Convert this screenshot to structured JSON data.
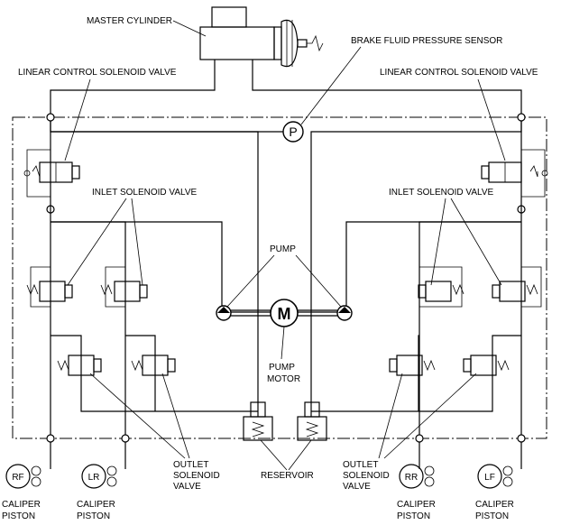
{
  "labels": {
    "master_cylinder": "MASTER CYLINDER",
    "brake_fluid_pressure_sensor": "BRAKE FLUID PRESSURE SENSOR",
    "linear_control_left": "LINEAR CONTROL SOLENOID VALVE",
    "linear_control_right": "LINEAR CONTROL SOLENOID VALVE",
    "inlet_left": "INLET SOLENOID VALVE",
    "inlet_right": "INLET SOLENOID VALVE",
    "pump": "PUMP",
    "pump_motor_1": "PUMP",
    "pump_motor_2": "MOTOR",
    "outlet_left_1": "OUTLET",
    "outlet_left_2": "SOLENOID",
    "outlet_left_3": "VALVE",
    "outlet_right_1": "OUTLET",
    "outlet_right_2": "SOLENOID",
    "outlet_right_3": "VALVE",
    "reservoir": "RESERVOIR"
  },
  "symbols": {
    "pressure_sensor": "P",
    "motor": "M"
  },
  "calipers": [
    {
      "code": "RF",
      "label_1": "CALIPER",
      "label_2": "PISTON"
    },
    {
      "code": "LR",
      "label_1": "CALIPER",
      "label_2": "PISTON"
    },
    {
      "code": "RR",
      "label_1": "CALIPER",
      "label_2": "PISTON"
    },
    {
      "code": "LF",
      "label_1": "CALIPER",
      "label_2": "PISTON"
    }
  ]
}
